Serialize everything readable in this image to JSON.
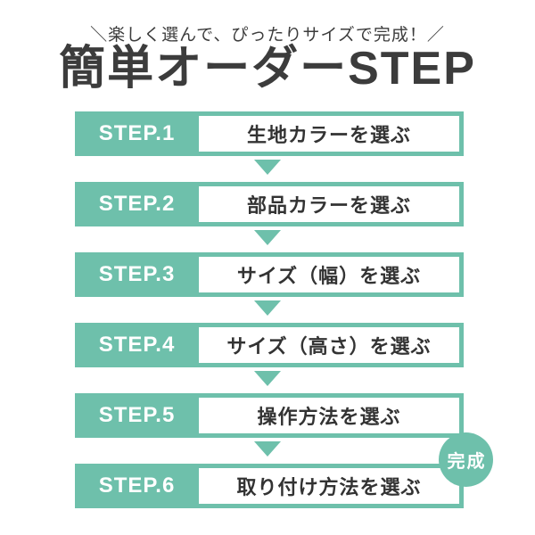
{
  "colors": {
    "teal": "#6ec0ab",
    "text_dark": "#3c3c3c",
    "step_text": "#333333",
    "white": "#ffffff"
  },
  "header": {
    "tagline": "＼楽しく選んで、ぴったりサイズで完成！／",
    "title": "簡単オーダーSTEP"
  },
  "steps": [
    {
      "label": "STEP.1",
      "text": "生地カラーを選ぶ"
    },
    {
      "label": "STEP.2",
      "text": "部品カラーを選ぶ"
    },
    {
      "label": "STEP.3",
      "text": "サイズ（幅）を選ぶ"
    },
    {
      "label": "STEP.4",
      "text": "サイズ（高さ）を選ぶ"
    },
    {
      "label": "STEP.5",
      "text": "操作方法を選ぶ"
    },
    {
      "label": "STEP.6",
      "text": "取り付け方法を選ぶ"
    }
  ],
  "badge": {
    "label": "完成"
  }
}
